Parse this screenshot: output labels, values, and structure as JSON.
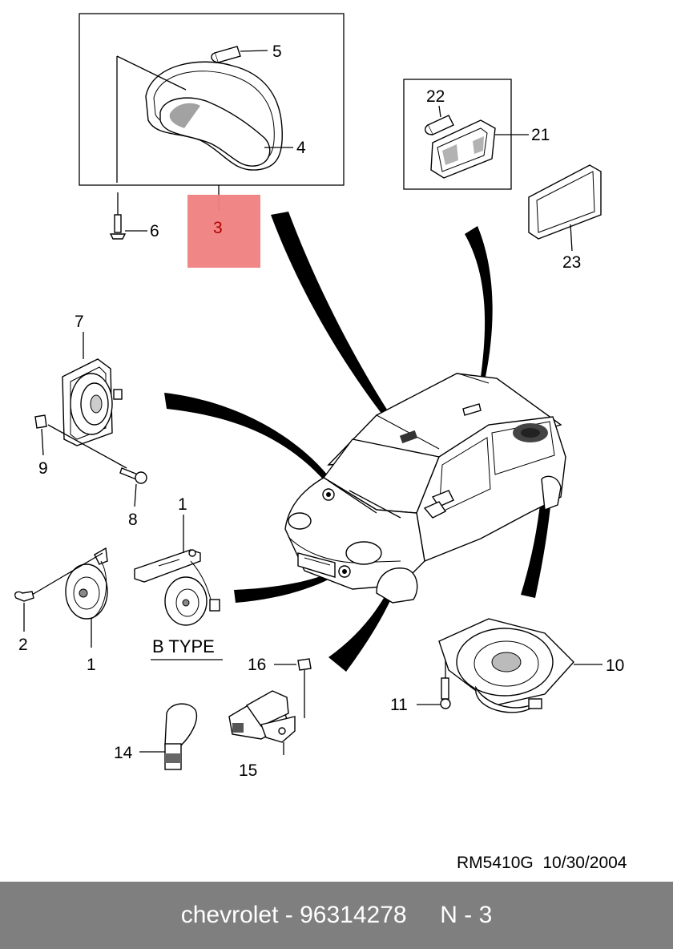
{
  "callouts": {
    "c1a": "1",
    "c1b": "1",
    "c2": "2",
    "c3": "3",
    "c4": "4",
    "c5": "5",
    "c6": "6",
    "c7": "7",
    "c8": "8",
    "c9": "9",
    "c10": "10",
    "c11": "11",
    "c14": "14",
    "c15": "15",
    "c16": "16",
    "c21": "21",
    "c22": "22",
    "c23": "23"
  },
  "variant_label": "B TYPE",
  "drawing_ref": "RM5410G  10/30/2004",
  "highlight": {
    "color": "#f08080",
    "part": "3"
  },
  "footer": {
    "text": "chevrolet - 96314278     N - 3"
  }
}
